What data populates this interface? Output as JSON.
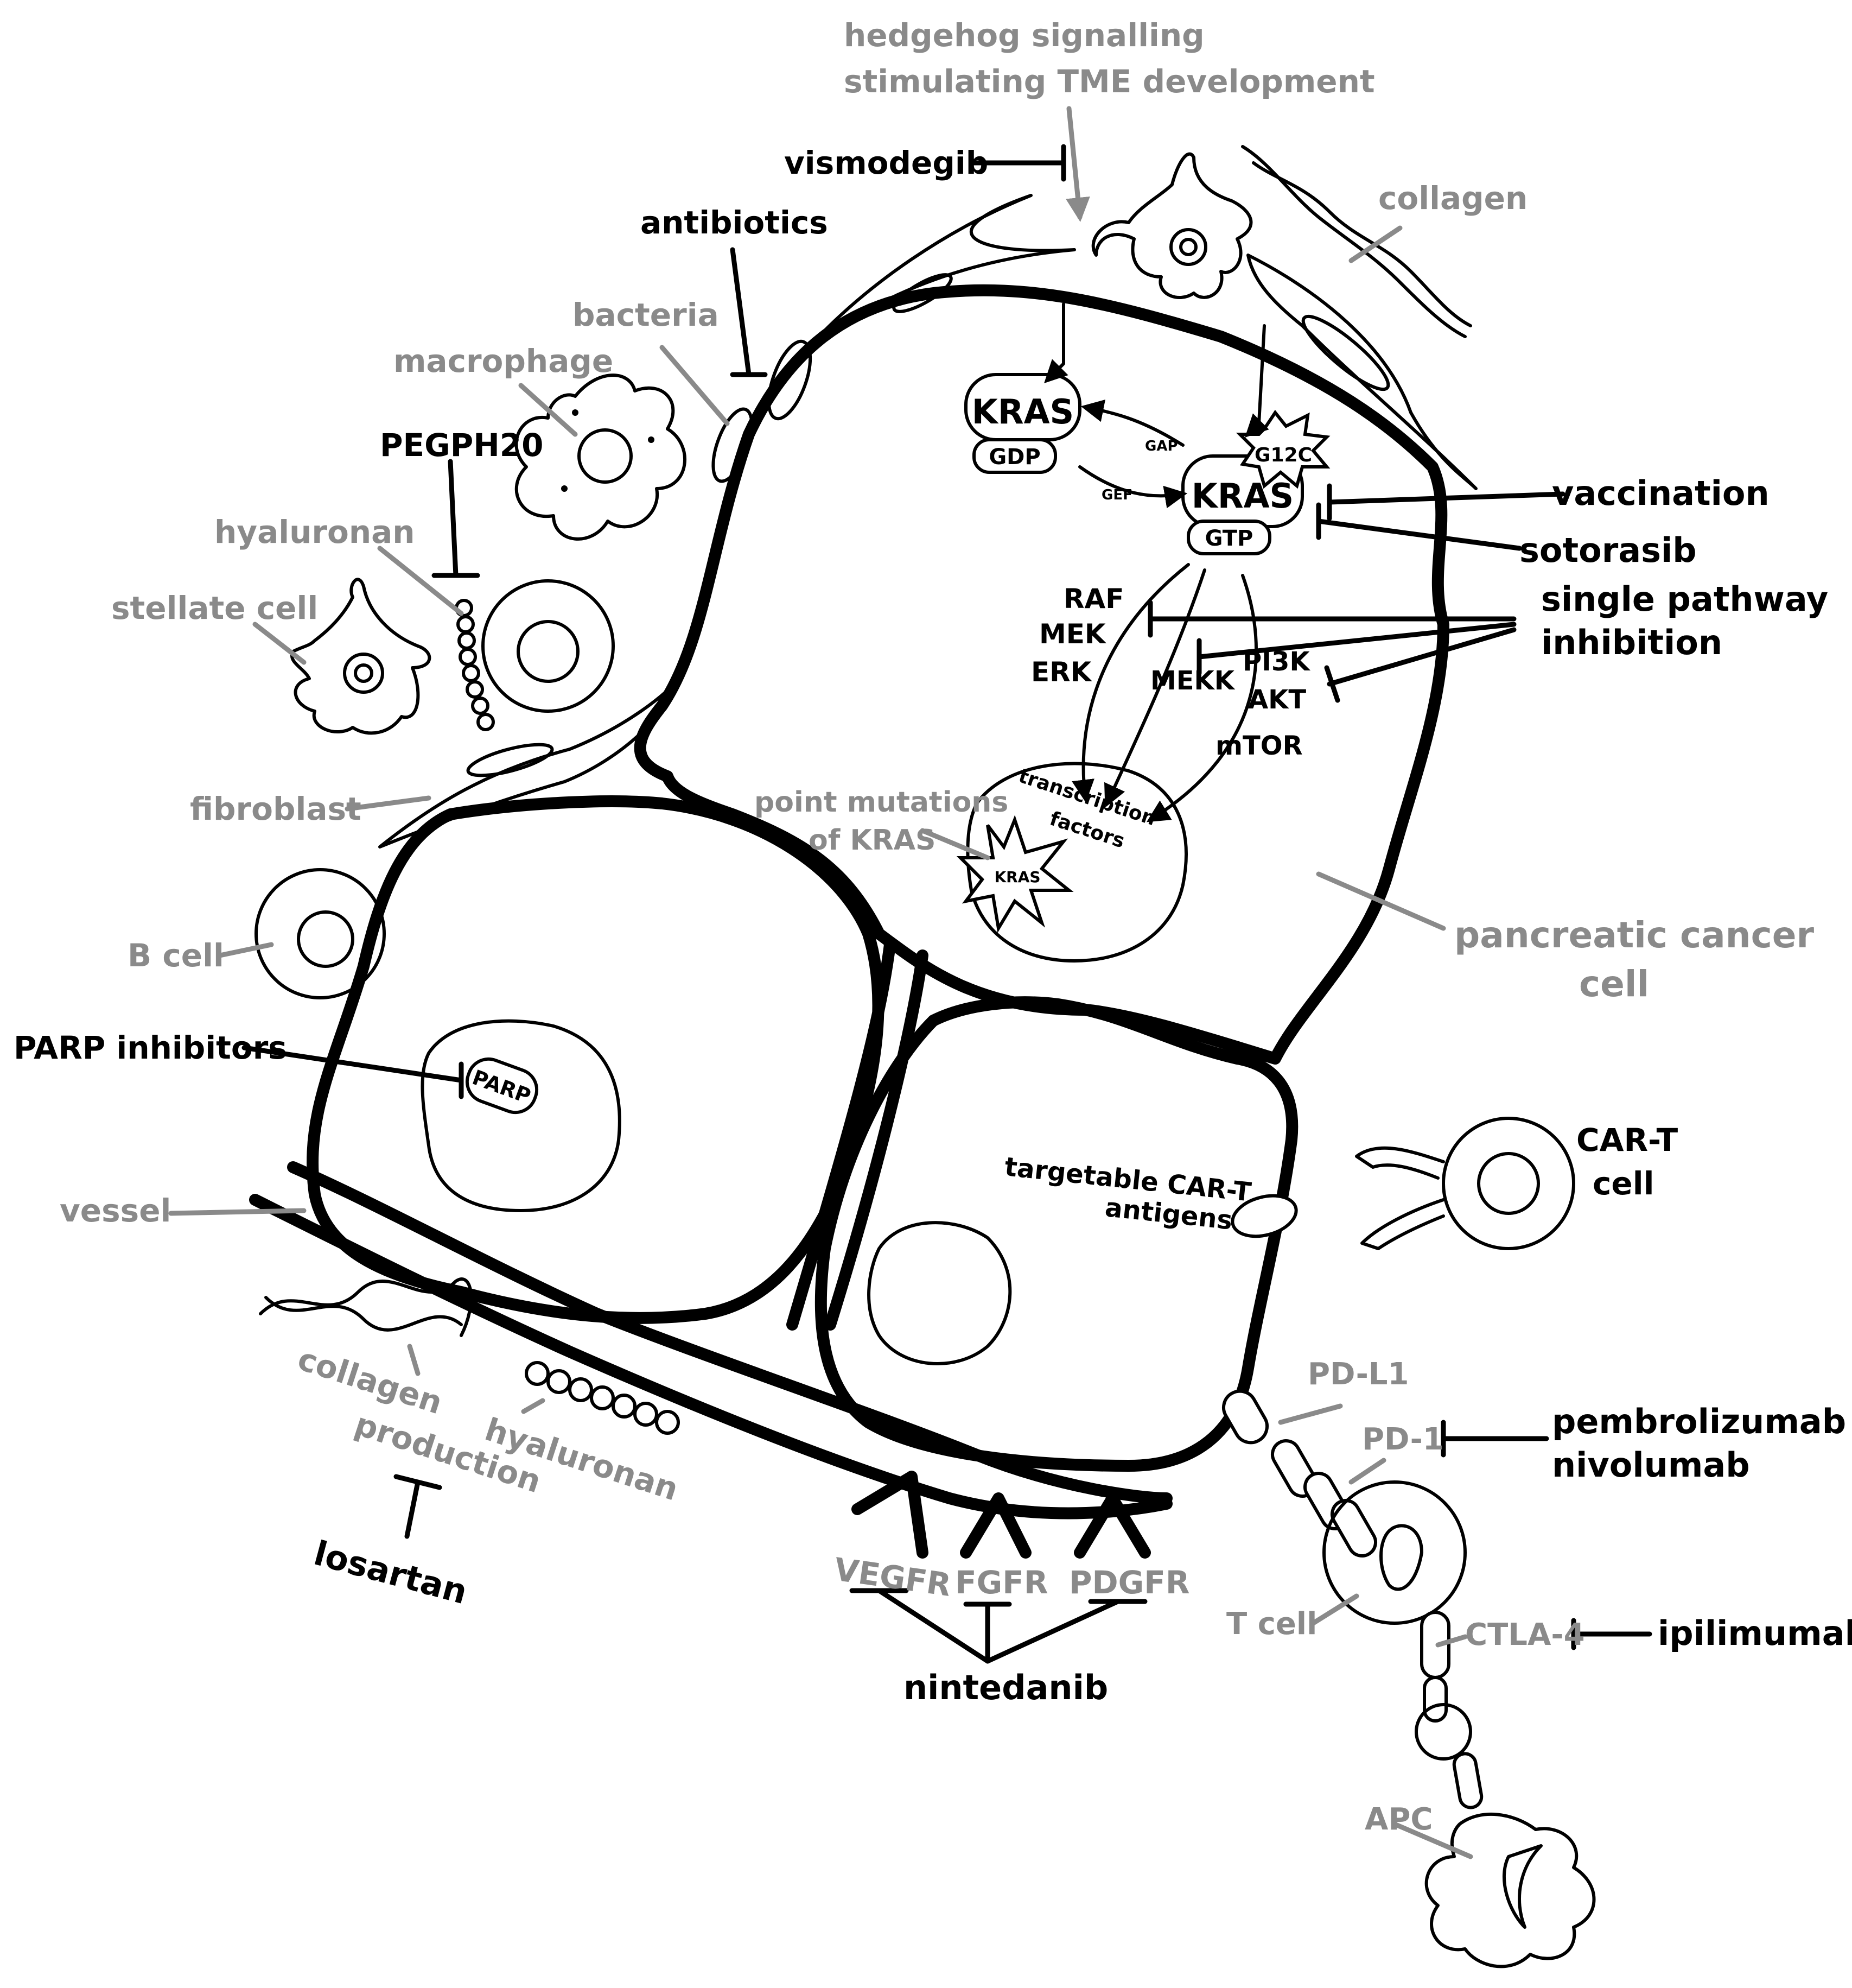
{
  "labels": {
    "hedgehog_1": "hedgehog signalling",
    "hedgehog_2": "stimulating TME development",
    "collagen_top": "collagen",
    "vismodegib": "vismodegib",
    "antibiotics": "antibiotics",
    "bacteria": "bacteria",
    "macrophage": "macrophage",
    "pegph20": "PEGPH20",
    "hyaluronan_top": "hyaluronan",
    "stellate_cell": "stellate cell",
    "fibroblast": "fibroblast",
    "b_cell": "B cell",
    "parp_inhibitors": "PARP inhibitors",
    "parp": "PARP",
    "vessel": "vessel",
    "collagen_bottom": "collagen",
    "production": "production",
    "hyaluronan_bottom": "hyaluronan",
    "losartan": "losartan",
    "vegfr": "VEGFR",
    "fgfr": "FGFR",
    "pdgfr": "PDGFR",
    "nintedanib": "nintedanib",
    "kras_gdp_top": "KRAS",
    "gdp": "GDP",
    "kras_gtp_top": "KRAS",
    "gtp": "GTP",
    "gap": "GAP",
    "gef": "GEF",
    "g12c": "G12C",
    "vaccination": "vaccination",
    "sotorasib": "sotorasib",
    "single_pathway_1": "single pathway",
    "single_pathway_2": "inhibition",
    "raf": "RAF",
    "mek": "MEK",
    "erk": "ERK",
    "mekk": "MEKK",
    "pi3k": "PI3K",
    "akt": "AKT",
    "mtor": "mTOR",
    "transcription_1": "transcription",
    "transcription_2": "factors",
    "point_mut_1": "point mutations",
    "point_mut_2": "of KRAS",
    "kras_small": "KRAS",
    "pancreatic_1": "pancreatic cancer",
    "pancreatic_2": "cell",
    "car_t_antigen_1": "targetable CAR-T",
    "car_t_antigen_2": "antigens",
    "car_t_1": "CAR-T",
    "car_t_2": "cell",
    "pd_l1": "PD-L1",
    "pd_1": "PD-1",
    "pembrolizumab": "pembrolizumab",
    "nivolumab": "nivolumab",
    "t_cell": "T cell",
    "ctla4": "CTLA-4",
    "ipilimumab": "ipilimumab",
    "apc": "APC"
  },
  "colors": {
    "line": "#000000",
    "label_gray": "#8a8a8a",
    "label_black": "#000000",
    "background": "#ffffff"
  }
}
